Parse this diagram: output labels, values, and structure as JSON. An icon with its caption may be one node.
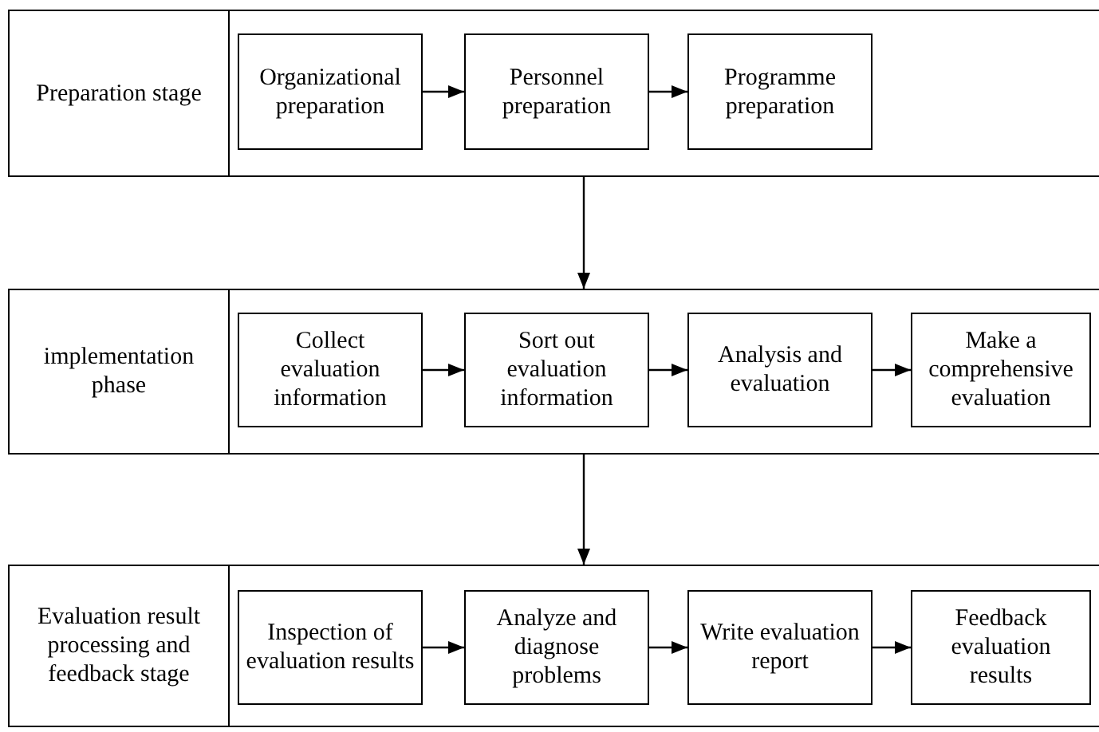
{
  "diagram": {
    "nodes": [
      {
        "text": [
          "Preparation stage"
        ]
      },
      {
        "text": [
          "Organizational preparation"
        ],
        "in": 0
      },
      {
        "text": [
          "Personnel preparation"
        ],
        "in": 0
      },
      {
        "text": [
          "Programme preparation"
        ],
        "in": 0
      },
      {
        "text": [
          "implementation phase"
        ]
      },
      {
        "text": [
          "Collect evaluation information"
        ],
        "in": 4
      },
      {
        "text": [
          "Sort out evaluation information"
        ],
        "in": 4
      },
      {
        "text": [
          "Analysis and evaluation"
        ],
        "in": 4
      },
      {
        "text": [
          "Make a comprehensive evaluation"
        ],
        "in": 4
      },
      {
        "text": [
          "Evaluation result processing and feedback stage"
        ]
      },
      {
        "text": [
          "Inspection of evaluation results"
        ],
        "in": 9
      },
      {
        "text": [
          "Analyze and diagnose problems"
        ],
        "in": 9
      },
      {
        "text": [
          "Write evaluation report"
        ],
        "in": 9
      },
      {
        "text": [
          "Feedback evaluation results"
        ],
        "in": 9
      }
    ],
    "edges": [
      {
        "from": 1,
        "to": 2,
        "arrow": "to"
      },
      {
        "from": 2,
        "to": 3,
        "arrow": "to"
      },
      {
        "from": 0,
        "to": 4,
        "arrow": "to"
      },
      {
        "from": 5,
        "to": 6,
        "arrow": "to"
      },
      {
        "from": 6,
        "to": 7,
        "arrow": "to"
      },
      {
        "from": 7,
        "to": 8,
        "arrow": "to"
      },
      {
        "from": 4,
        "to": 9,
        "arrow": "to"
      },
      {
        "from": 10,
        "to": 11,
        "arrow": "to"
      },
      {
        "from": 11,
        "to": 12,
        "arrow": "to"
      },
      {
        "from": 12,
        "to": 13,
        "arrow": "to"
      }
    ]
  }
}
